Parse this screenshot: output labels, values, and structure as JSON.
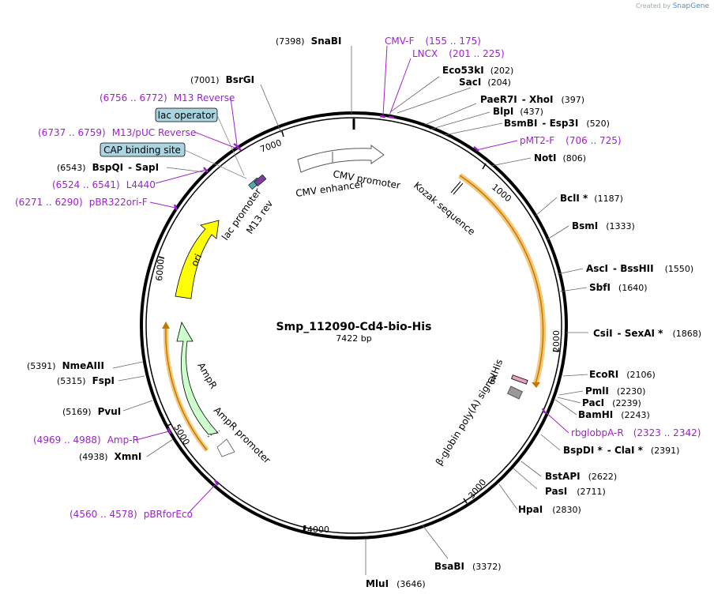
{
  "brand": {
    "prefix": "Created by",
    "name": "SnapGene"
  },
  "plasmid": {
    "name": "Smp_112090-Cd4-bio-His",
    "length": "7422 bp"
  },
  "ticks": [
    "1000",
    "2000",
    "3000",
    "4000",
    "5000",
    "6000",
    "7000"
  ],
  "enzymes": [
    {
      "name": "SnaBI",
      "pos": "(7398)"
    },
    {
      "name": "Eco53kI",
      "pos": "(202)"
    },
    {
      "name": "SacI",
      "pos": "(204)"
    },
    {
      "name": "PaeR7I",
      "name2": "XhoI",
      "pos": "(397)"
    },
    {
      "name": "BlpI",
      "pos": "(437)"
    },
    {
      "name": "BsmBI",
      "name2": "Esp3I",
      "pos": "(520)"
    },
    {
      "name": "NotI",
      "pos": "(806)"
    },
    {
      "name": "BclI *",
      "pos": "(1187)"
    },
    {
      "name": "BsmI",
      "pos": "(1333)"
    },
    {
      "name": "AscI",
      "name2": "BssHII",
      "pos": "(1550)"
    },
    {
      "name": "SbfI",
      "pos": "(1640)"
    },
    {
      "name": "CsiI",
      "name2": "SexAI *",
      "pos": "(1868)"
    },
    {
      "name": "EcoRI",
      "pos": "(2106)"
    },
    {
      "name": "PmlI",
      "pos": "(2230)"
    },
    {
      "name": "PacI",
      "pos": "(2239)"
    },
    {
      "name": "BamHI",
      "pos": "(2243)"
    },
    {
      "name": "BspDI *",
      "name2": "ClaI *",
      "pos": "(2391)"
    },
    {
      "name": "BstAPI",
      "pos": "(2622)"
    },
    {
      "name": "PasI",
      "pos": "(2711)"
    },
    {
      "name": "HpaI",
      "pos": "(2830)"
    },
    {
      "name": "BsaBI",
      "pos": "(3372)"
    },
    {
      "name": "MluI",
      "pos": "(3646)"
    },
    {
      "name": "XmnI",
      "pos": "(4938)"
    },
    {
      "name": "PvuI",
      "pos": "(5169)"
    },
    {
      "name": "FspI",
      "pos": "(5315)"
    },
    {
      "name": "NmeAIII",
      "pos": "(5391)"
    },
    {
      "name": "BspQI",
      "name2": "SapI",
      "pos": "(6543)"
    },
    {
      "name": "BsrGI",
      "pos": "(7001)"
    }
  ],
  "primers": [
    {
      "name": "CMV-F",
      "range": "(155 .. 175)"
    },
    {
      "name": "LNCX",
      "range": "(201 .. 225)"
    },
    {
      "name": "pMT2-F",
      "range": "(706 .. 725)"
    },
    {
      "name": "rbglobpA-R",
      "range": "(2323 .. 2342)"
    },
    {
      "name": "pBRforEco",
      "range": "(4560 .. 4578)"
    },
    {
      "name": "Amp-R",
      "range": "(4969 .. 4988)"
    },
    {
      "name": "pBR322ori-F",
      "range": "(6271 .. 6290)"
    },
    {
      "name": "L4440",
      "range": "(6524 .. 6541)"
    },
    {
      "name": "M13/pUC Reverse",
      "range": "(6737 .. 6759)"
    },
    {
      "name": "M13 Reverse",
      "range": "(6756 .. 6772)"
    }
  ],
  "boxed_features": [
    "lac operator",
    "CAP binding site"
  ],
  "features": {
    "cmv_enhancer": "CMV enhancer",
    "cmv_promoter": "CMV promoter",
    "kozak": "Kozak sequence",
    "sixhis": "6xHis",
    "bglobin": "β-globin poly(A) signal",
    "ori": "ori",
    "lac_promoter": "lac promoter",
    "m13rev": "M13 rev",
    "ampr": "AmpR",
    "ampr_promoter": "AmpR promoter"
  },
  "colors": {
    "primer": "#a020d0",
    "ori": "#ffff00",
    "ampr": "#ccffcc",
    "orf_highlight": "#f6c77a",
    "boxed_feature": "#a9d4e0"
  }
}
